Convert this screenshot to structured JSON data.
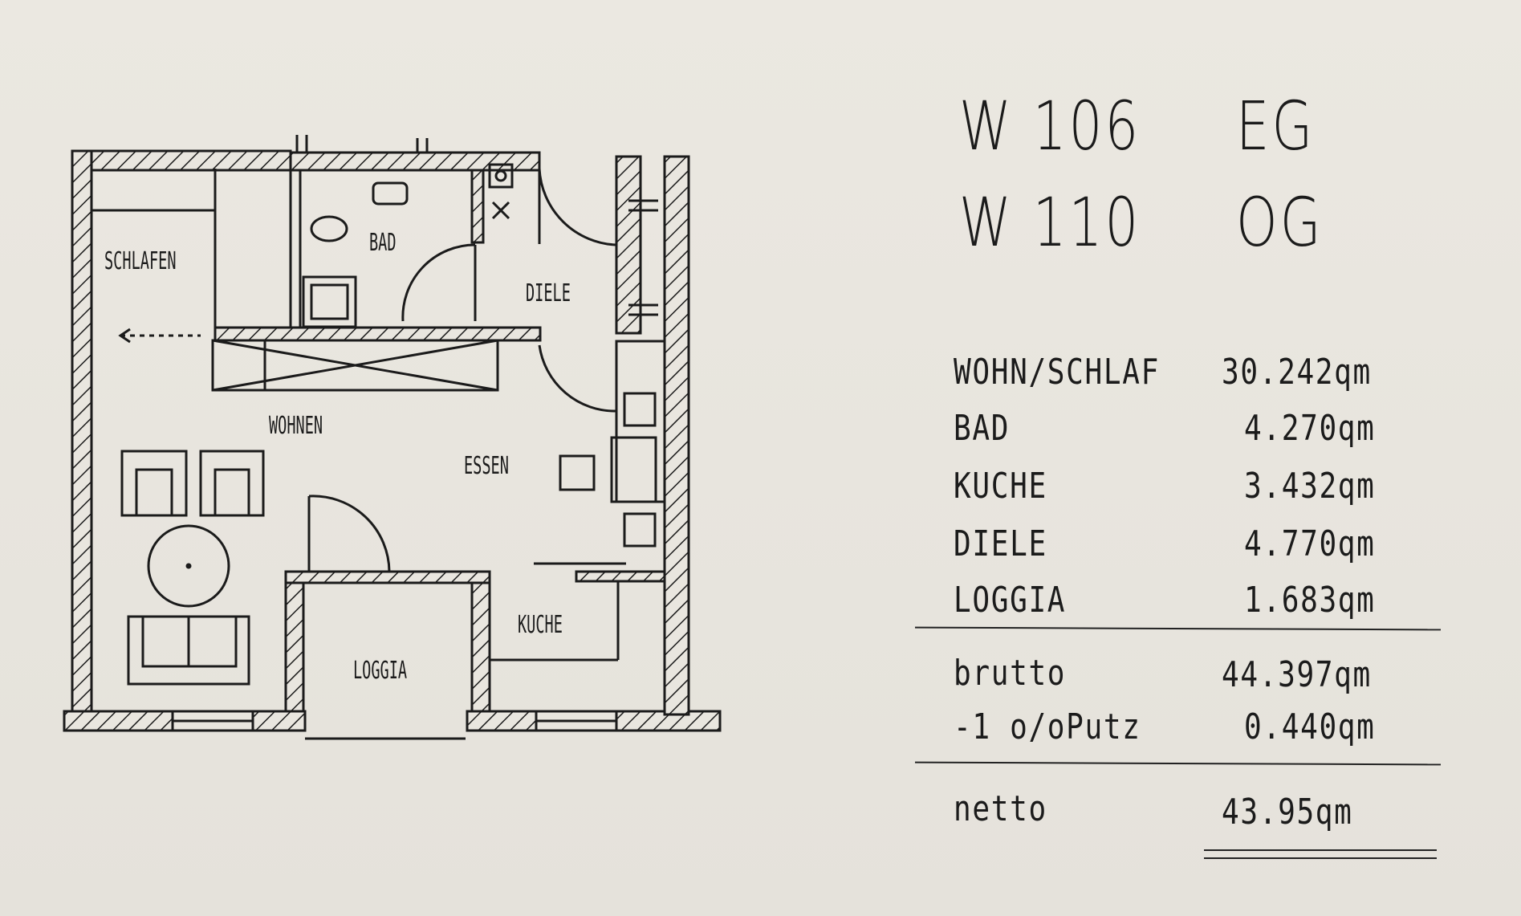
{
  "header": {
    "unit1": "W 106",
    "floor1": "EG",
    "unit2": "W 110",
    "floor2": "OG"
  },
  "rooms": {
    "schlafen": "SCHLAFEN",
    "bad": "BAD",
    "diele": "DIELE",
    "wohnen": "WOHNEN",
    "essen": "ESSEN",
    "kueche": "KUCHE",
    "loggia": "LOGGIA"
  },
  "areas": [
    {
      "label": "WOHN/SCHLAF",
      "value": "30.242qm"
    },
    {
      "label": "BAD",
      "value": "4.270qm"
    },
    {
      "label": "KUCHE",
      "value": "3.432qm"
    },
    {
      "label": "DIELE",
      "value": "4.770qm"
    },
    {
      "label": "LOGGIA",
      "value": "1.683qm"
    }
  ],
  "totals": {
    "brutto_label": "brutto",
    "brutto_value": "44.397qm",
    "putz_label": "-1 o/oPutz",
    "putz_value": "0.440qm",
    "netto_label": "netto",
    "netto_value": "43.95qm"
  }
}
